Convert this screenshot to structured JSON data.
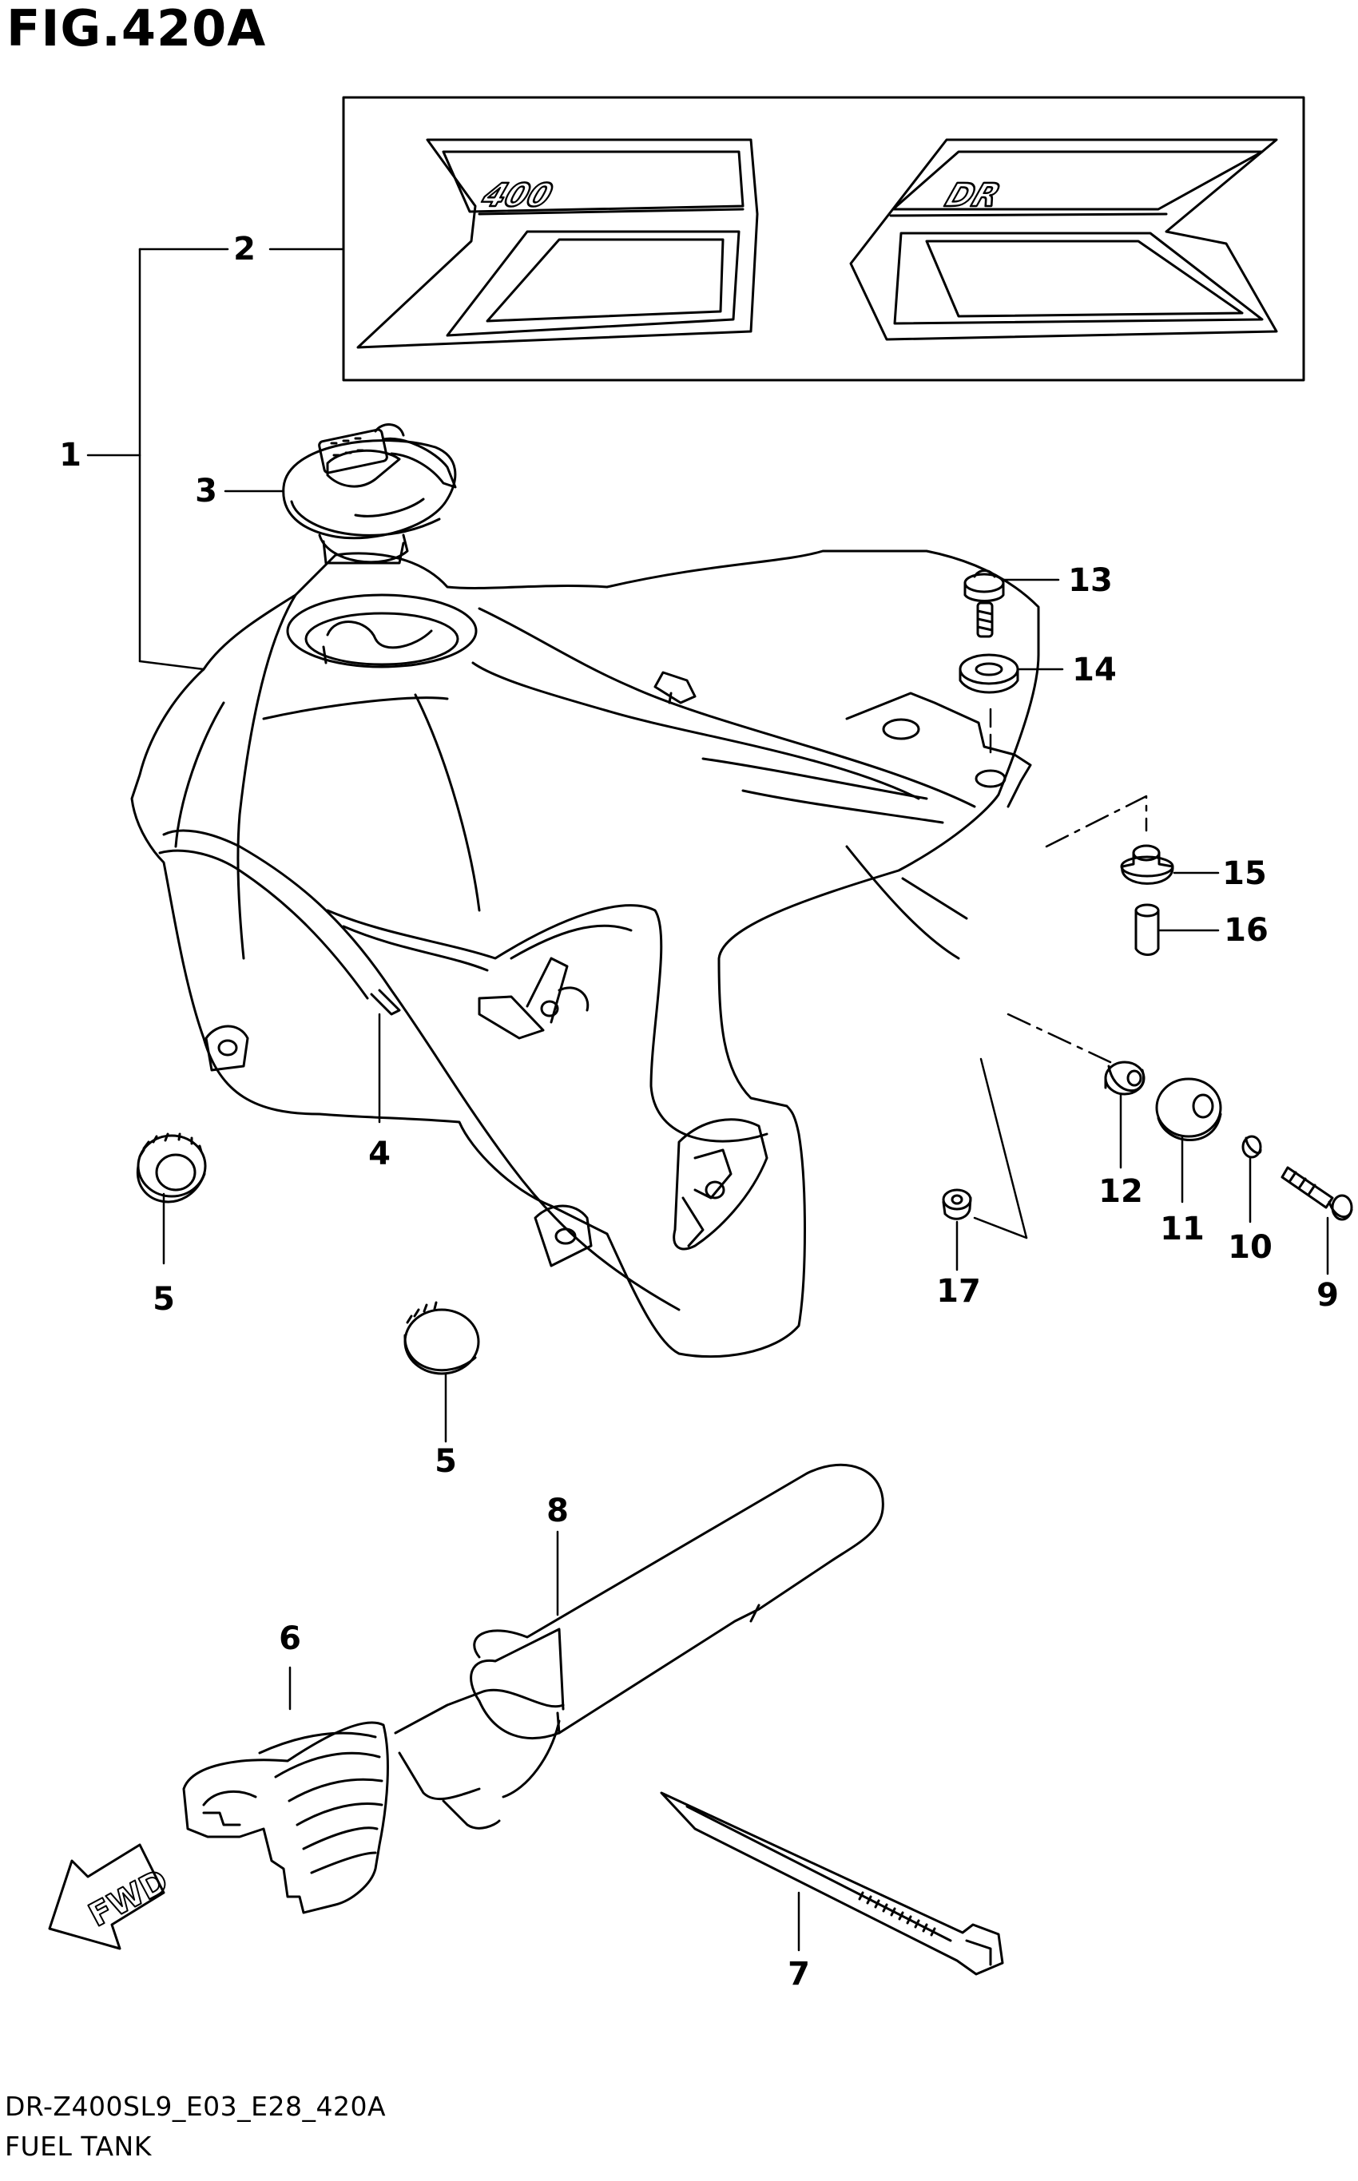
{
  "figure": {
    "title": "FIG.420A",
    "model_code": "DR-Z400SL9_E03_E28_420A",
    "name": "FUEL TANK"
  },
  "decal": {
    "left_text": "400",
    "right_text": "DR"
  },
  "fwd_label": "FWD",
  "callouts": [
    {
      "id": "c1",
      "label": "1"
    },
    {
      "id": "c2",
      "label": "2"
    },
    {
      "id": "c3",
      "label": "3"
    },
    {
      "id": "c4",
      "label": "4"
    },
    {
      "id": "c5a",
      "label": "5"
    },
    {
      "id": "c5b",
      "label": "5"
    },
    {
      "id": "c6",
      "label": "6"
    },
    {
      "id": "c7",
      "label": "7"
    },
    {
      "id": "c8",
      "label": "8"
    },
    {
      "id": "c9",
      "label": "9"
    },
    {
      "id": "c10",
      "label": "10"
    },
    {
      "id": "c11",
      "label": "11"
    },
    {
      "id": "c12",
      "label": "12"
    },
    {
      "id": "c13",
      "label": "13"
    },
    {
      "id": "c14",
      "label": "14"
    },
    {
      "id": "c15",
      "label": "15"
    },
    {
      "id": "c16",
      "label": "16"
    },
    {
      "id": "c17",
      "label": "17"
    }
  ]
}
